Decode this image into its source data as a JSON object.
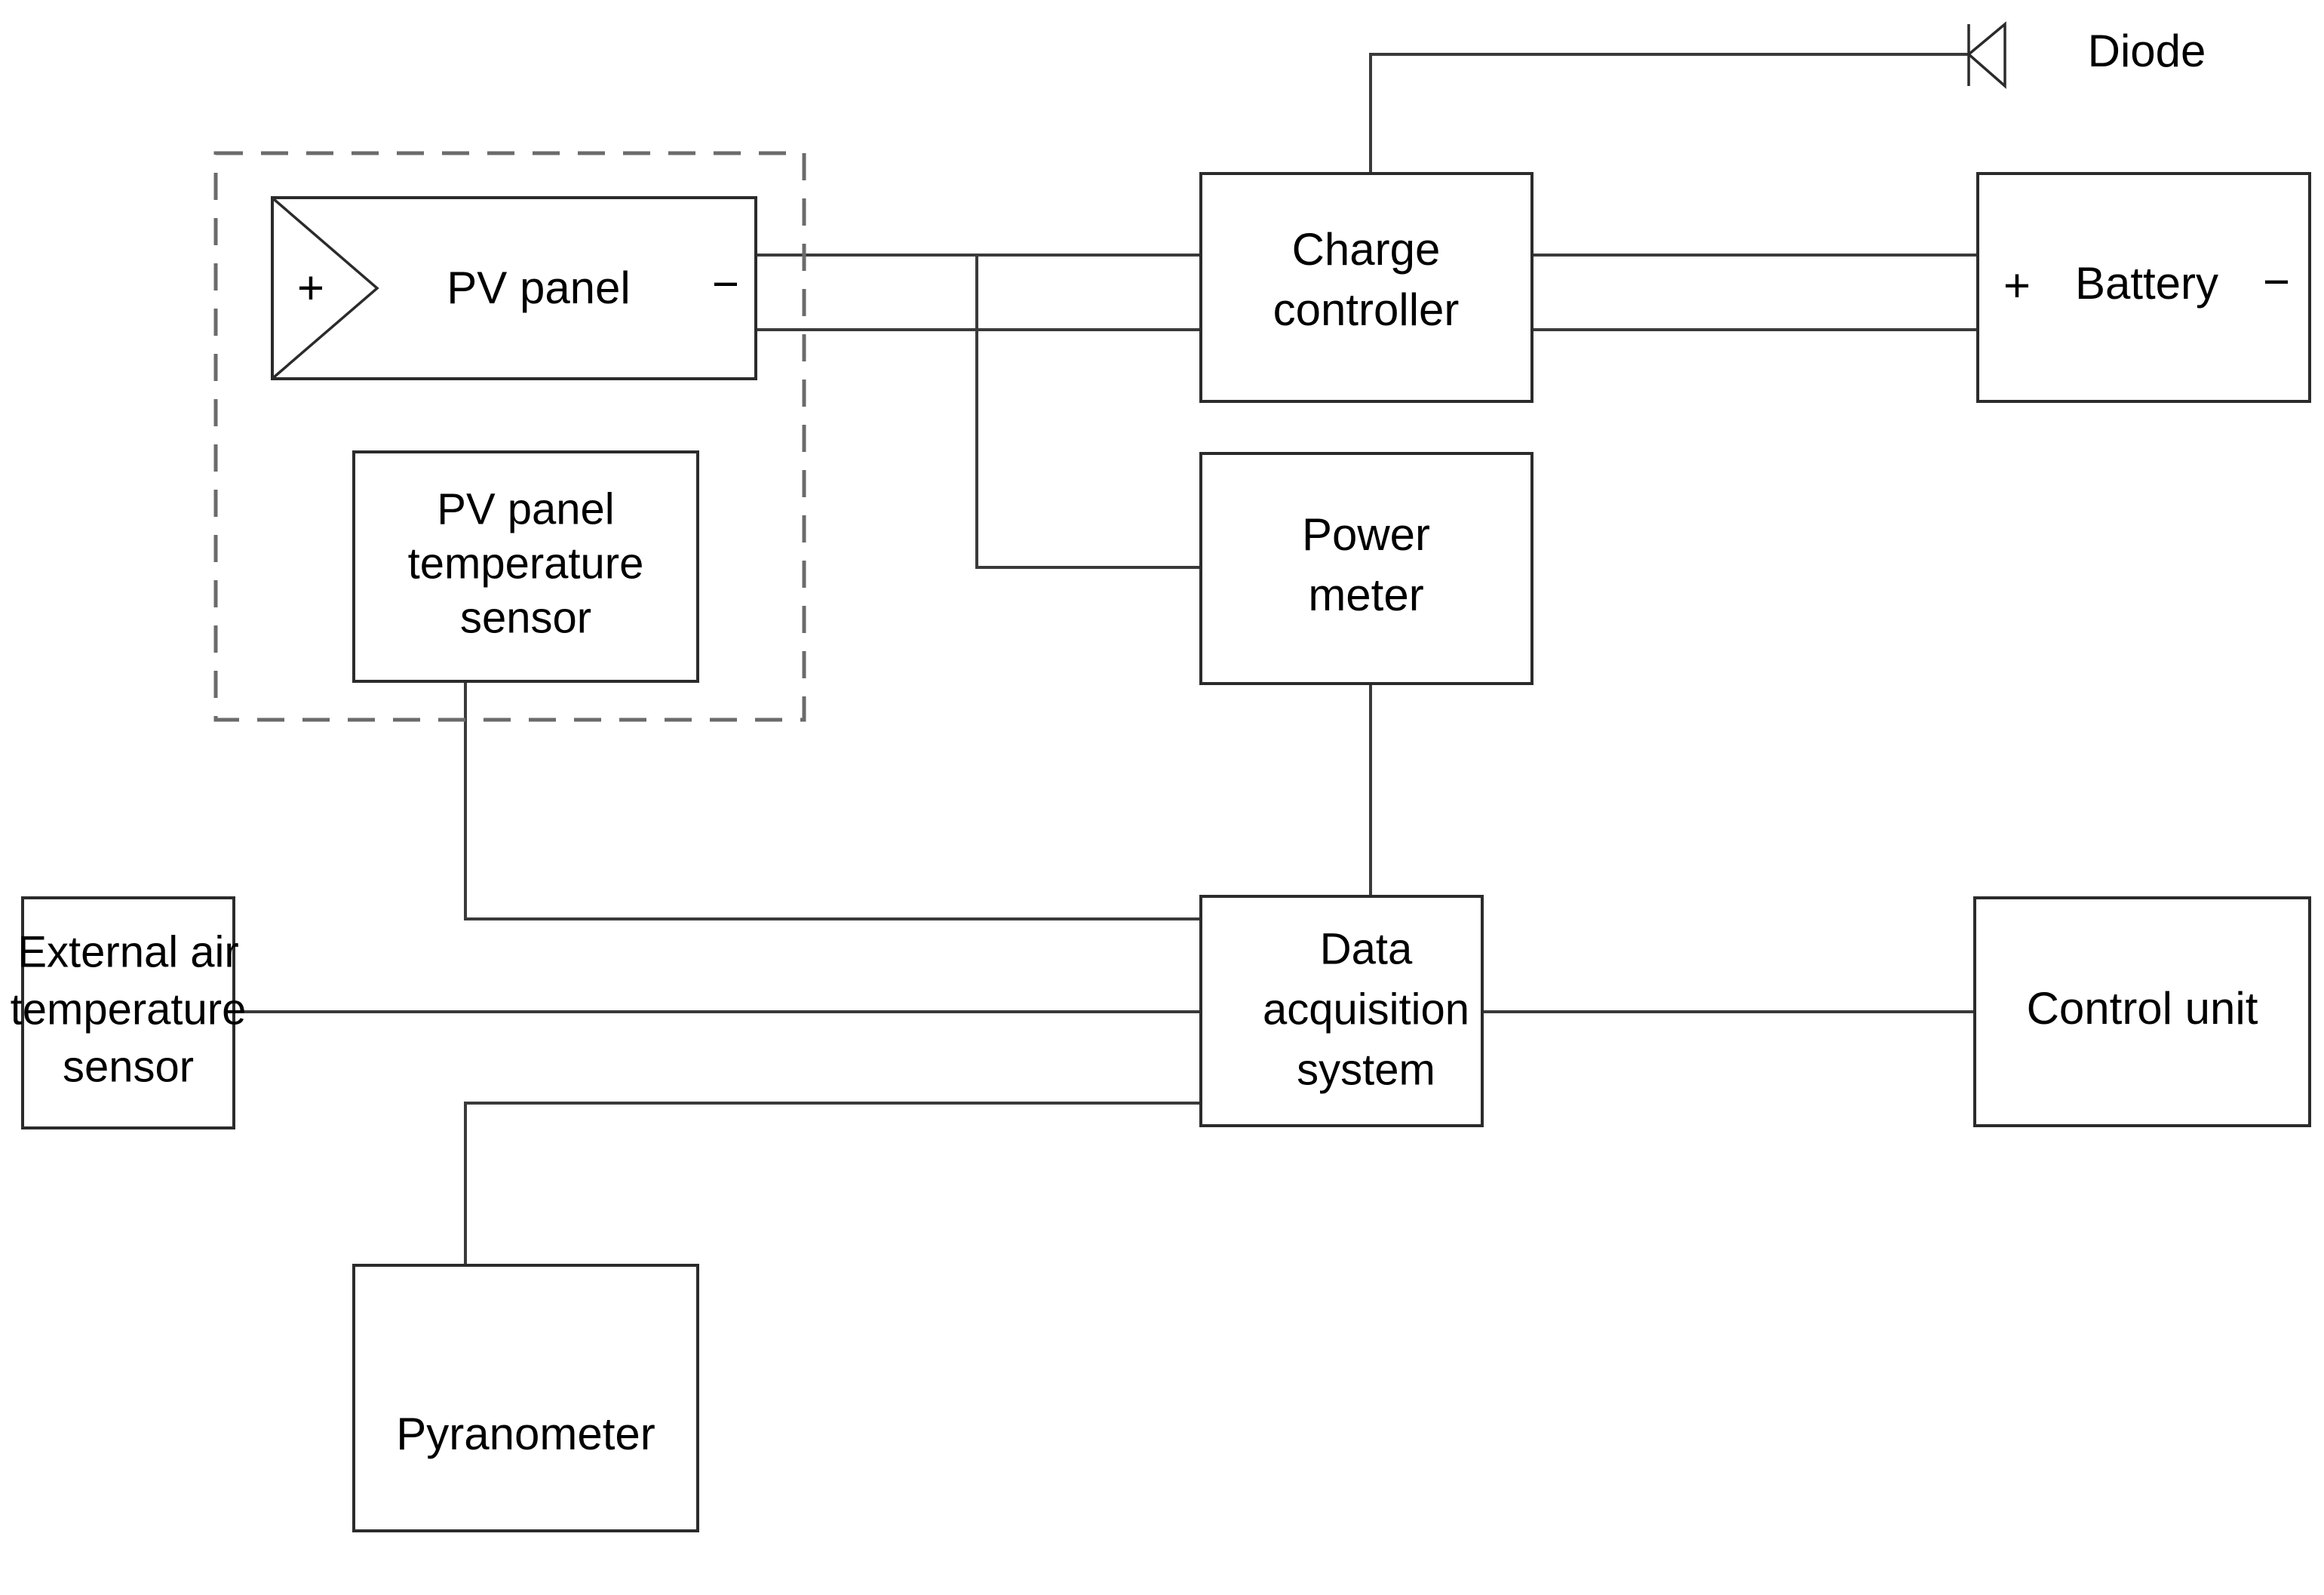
{
  "diagram": {
    "title": "PV system monitoring block diagram",
    "type": "block-diagram",
    "background_color": "#ffffff",
    "line_color": "#3a3a3a",
    "box_border_color": "#2b2b2b",
    "dashed_border_color": "#6b6b6b"
  },
  "blocks": {
    "pv_panel": {
      "label": "PV panel",
      "plus": "+",
      "minus": "−"
    },
    "pv_panel_temperature_sensor": {
      "line1": "PV panel",
      "line2": "temperature",
      "line3": "sensor"
    },
    "charge_controller": {
      "line1": "Charge",
      "line2": "controller"
    },
    "power_meter": {
      "line1": "Power",
      "line2": "meter"
    },
    "battery": {
      "label": "Battery",
      "plus": "+",
      "minus": "−"
    },
    "data_acquisition_system": {
      "line1": "Data",
      "line2": "acquisition",
      "line3": "system"
    },
    "control_unit": {
      "label": "Control unit"
    },
    "external_air_temperature_sensor": {
      "line1": "External air",
      "line2": "temperature",
      "line3": "sensor"
    },
    "pyranometer": {
      "label": "Pyranometer"
    }
  },
  "symbols": {
    "diode": {
      "label": "Diode"
    }
  },
  "groups": {
    "pv_assembly": {
      "note": "dashed enclosure around PV panel and PV panel temperature sensor"
    }
  },
  "connections": [
    {
      "from": "pv_panel",
      "to": "charge_controller",
      "kind": "positive-line"
    },
    {
      "from": "pv_panel",
      "to": "charge_controller",
      "kind": "negative-line"
    },
    {
      "from": "pv_panel",
      "to": "power_meter",
      "kind": "branch"
    },
    {
      "from": "charge_controller",
      "to": "battery",
      "kind": "positive-line"
    },
    {
      "from": "charge_controller",
      "to": "battery",
      "kind": "negative-line"
    },
    {
      "from": "charge_controller",
      "to": "diode",
      "kind": "top-branch"
    },
    {
      "from": "power_meter",
      "to": "data_acquisition_system",
      "kind": "signal"
    },
    {
      "from": "pv_panel_temperature_sensor",
      "to": "data_acquisition_system",
      "kind": "signal"
    },
    {
      "from": "external_air_temperature_sensor",
      "to": "data_acquisition_system",
      "kind": "signal"
    },
    {
      "from": "pyranometer",
      "to": "data_acquisition_system",
      "kind": "signal"
    },
    {
      "from": "data_acquisition_system",
      "to": "control_unit",
      "kind": "signal"
    }
  ]
}
